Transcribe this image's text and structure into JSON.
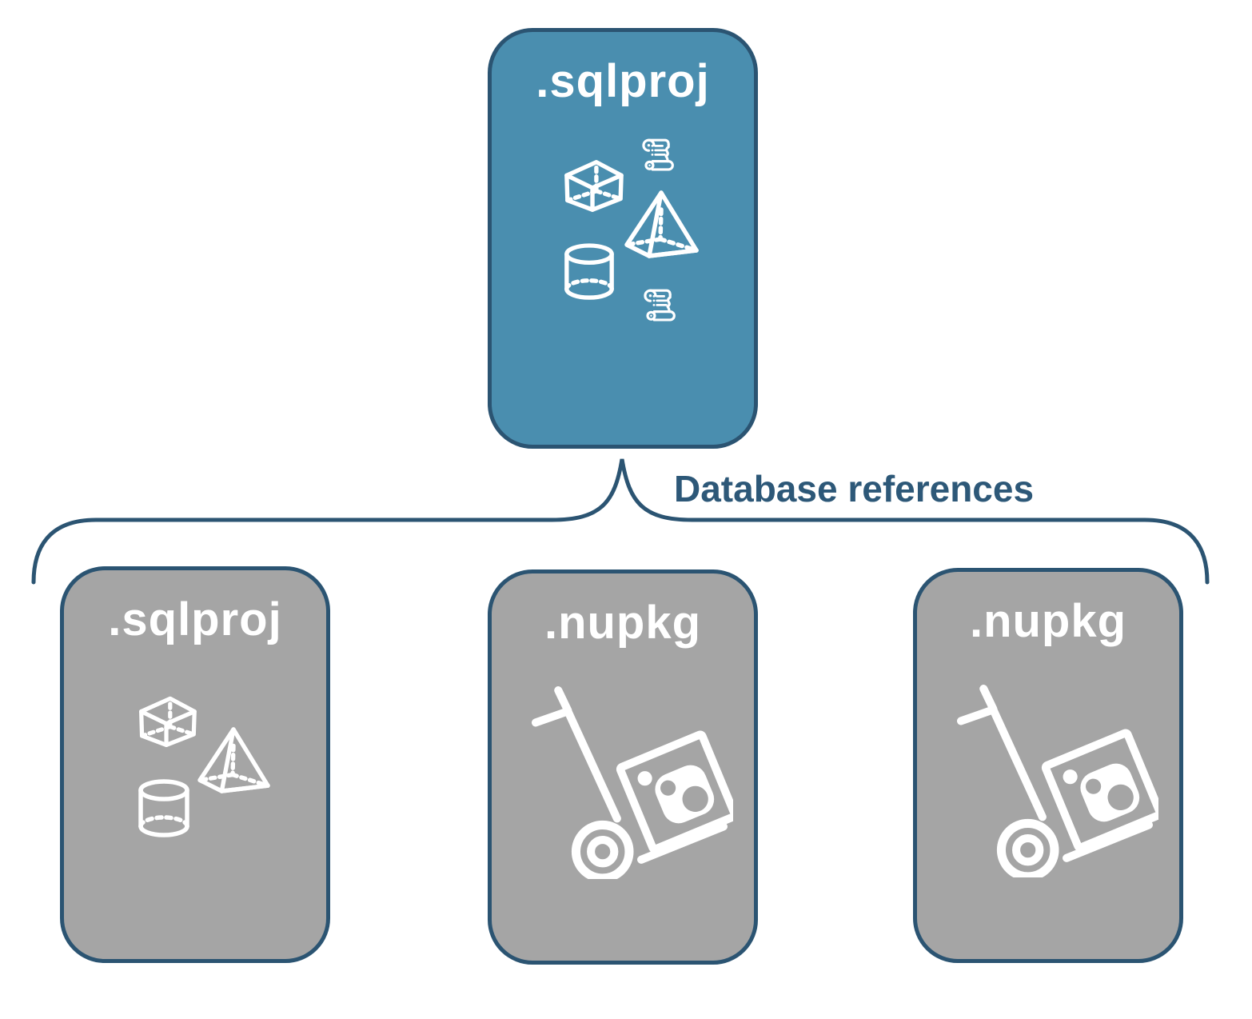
{
  "diagram": {
    "connector_label": "Database references",
    "root": {
      "label": ".sqlproj",
      "icons": [
        "script-scroll",
        "cube",
        "pyramid",
        "cylinder",
        "script-scroll"
      ]
    },
    "children": [
      {
        "label": ".sqlproj",
        "icons": [
          "cube",
          "pyramid",
          "cylinder"
        ]
      },
      {
        "label": ".nupkg",
        "icons": [
          "nuget-package-hand-truck"
        ]
      },
      {
        "label": ".nupkg",
        "icons": [
          "nuget-package-hand-truck"
        ]
      }
    ],
    "colors": {
      "root_fill": "#4A8EAF",
      "child_fill": "#A5A5A5",
      "outline": "#2B5472",
      "label_text": "#FFFFFF",
      "connector_text": "#2D5878",
      "icon_stroke": "#FFFFFF"
    }
  }
}
